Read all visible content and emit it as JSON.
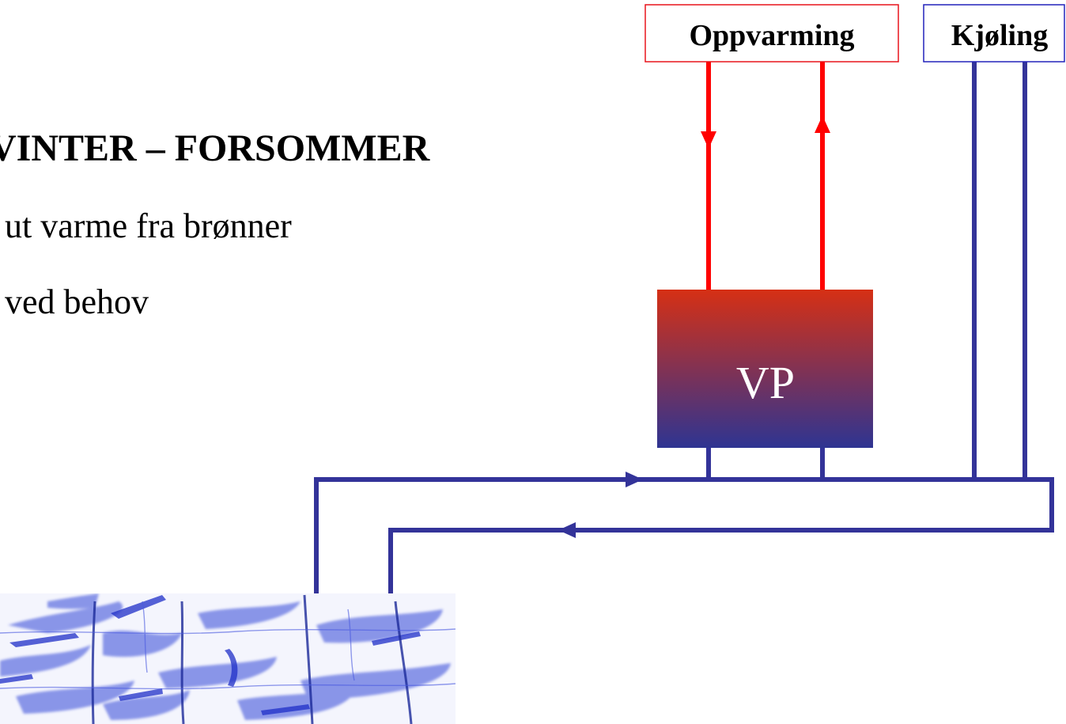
{
  "slide": {
    "title": "VINTER – FORSOMMER",
    "line1": "ut varme fra brønner",
    "line2": "ved behov"
  },
  "diagram": {
    "heating_box_label": "Oppvarming",
    "cooling_box_label": "Kjøling",
    "heat_pump_label": "VP",
    "colors": {
      "heating": "#ff0000",
      "heating_box_border": "#e8141c",
      "cooling": "#333399",
      "cooling_box_border": "#2222bb",
      "heat_pump_top": "#d63014",
      "heat_pump_bottom": "#2e3492",
      "rock": "#2d3fd6"
    }
  }
}
